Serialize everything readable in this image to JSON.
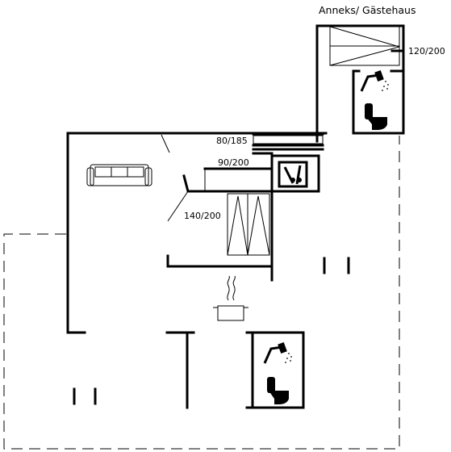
{
  "annex_title": "Anneks/ Gästehaus",
  "beds": [
    {
      "id": "annex-bed",
      "label": "120/200"
    },
    {
      "id": "bunk-top",
      "label": "80/185"
    },
    {
      "id": "bunk-bottom",
      "label": "90/200"
    },
    {
      "id": "double-bed",
      "label": "140/200"
    }
  ],
  "icons": [
    "sofa-icon",
    "stove-icon",
    "dishwasher-icon",
    "shower-icon",
    "toilet-icon",
    "annex-shower-icon",
    "annex-toilet-icon"
  ]
}
